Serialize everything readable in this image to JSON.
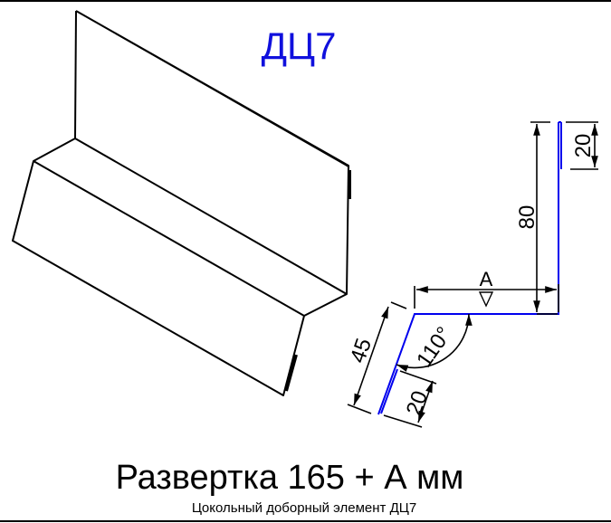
{
  "title": "ДЦ7",
  "unfold_label": "Развертка 165 + А мм",
  "subtitle": "Цокольный доборный элемент ДЦ7",
  "dimensions": {
    "height": "80",
    "top_hem": "20",
    "width": "A",
    "slope": "45",
    "bottom_hem": "20",
    "angle": "110°"
  },
  "colors": {
    "profile": "#0000ee",
    "title": "#1010dd",
    "lines": "#000000"
  }
}
